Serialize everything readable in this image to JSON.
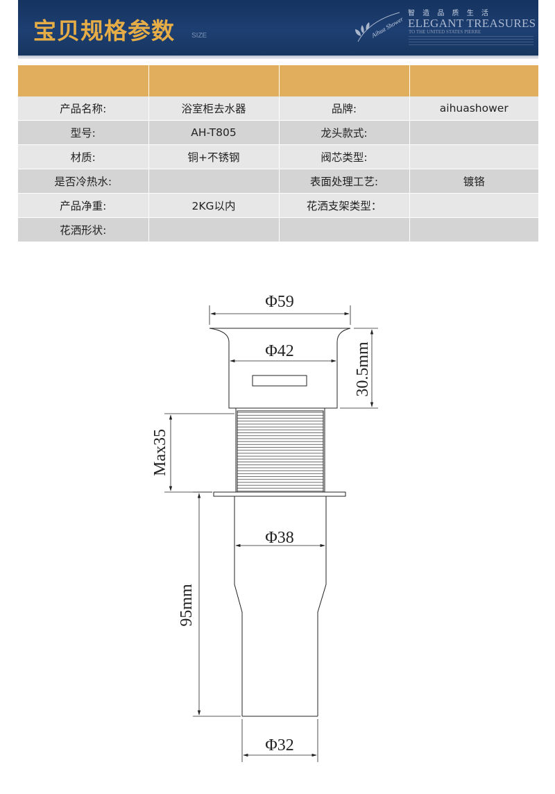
{
  "header": {
    "title": "宝贝规格参数",
    "size_label": "SIZE",
    "brand_cn": "智 造 品 质 生 活",
    "brand_en": "ELEGANT TREASURES",
    "brand_sub": "TO THE UNITED STATES PIERRE",
    "logo_text": "Aihua Shower"
  },
  "spec_table": {
    "rows": [
      [
        "产品名称:",
        "浴室柜去水器",
        "品牌:",
        "aihuashower"
      ],
      [
        "型号:",
        "AH-T805",
        "龙头款式:",
        ""
      ],
      [
        "材质:",
        "铜+不锈钢",
        "阀芯类型:",
        ""
      ],
      [
        "是否冷热水:",
        "",
        "表面处理工艺:",
        "镀铬"
      ],
      [
        "产品净重:",
        "2KG以内",
        "花洒支架类型：",
        ""
      ],
      [
        "花洒形状:",
        "",
        "",
        ""
      ]
    ]
  },
  "drawing": {
    "phi59": "Φ59",
    "phi42": "Φ42",
    "h305": "30.5mm",
    "max35": "Max35",
    "phi38": "Φ38",
    "h95": "95mm",
    "phi32": "Φ32"
  }
}
